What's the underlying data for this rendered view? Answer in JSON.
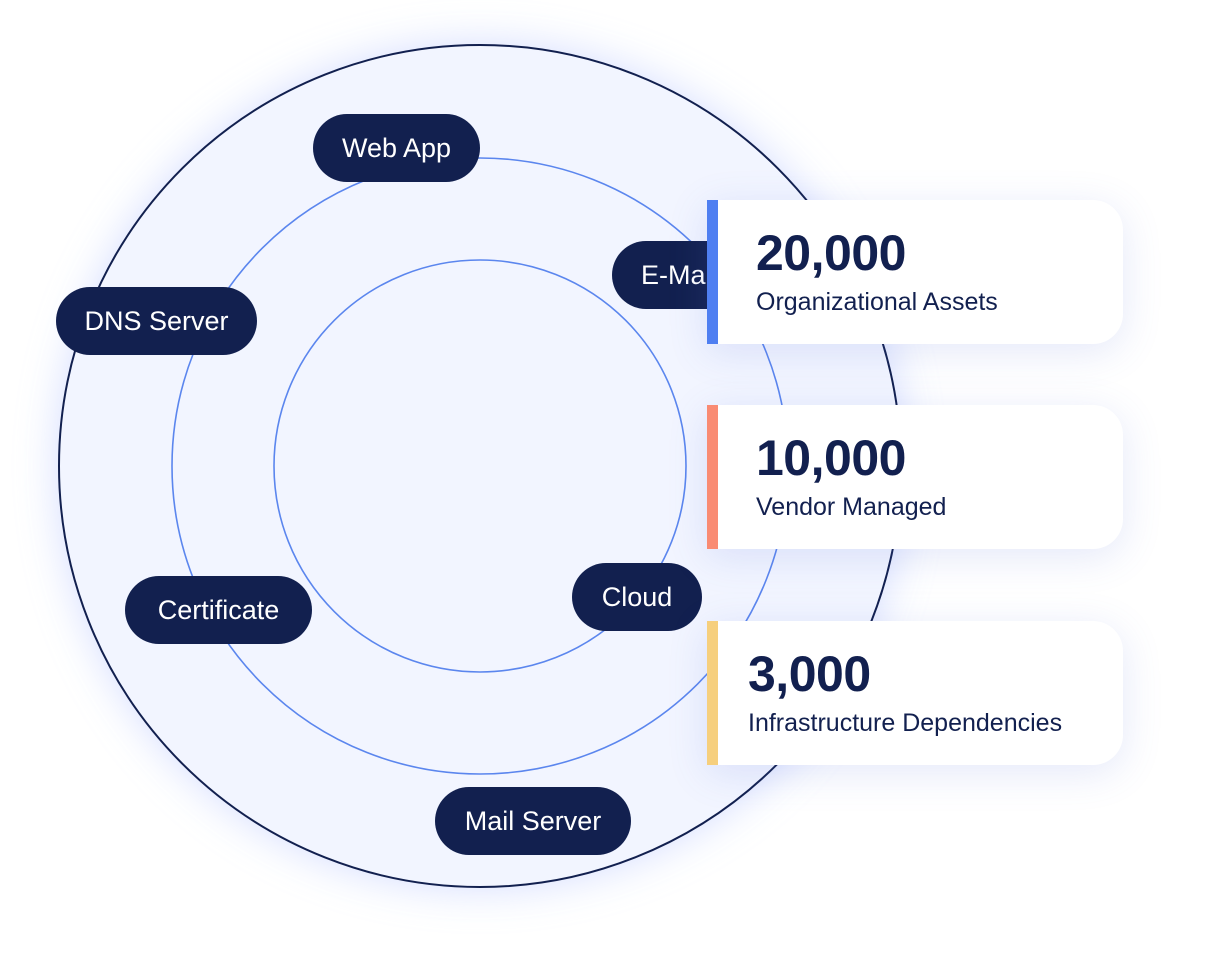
{
  "colors": {
    "navy": "#12204f",
    "blue_accent": "#4f7ff1",
    "coral_accent": "#f98b73",
    "yellow_accent": "#f6cf7d",
    "ring_blue": "#5b86ee",
    "halo_fill": "#f2f5ff"
  },
  "asset_pills": [
    {
      "label": "Web App"
    },
    {
      "label": "E-Ma"
    },
    {
      "label": "DNS Server"
    },
    {
      "label": "Cloud"
    },
    {
      "label": "Certificate"
    },
    {
      "label": "Mail Server"
    }
  ],
  "stats": [
    {
      "value": "20,000",
      "label": "Organizational Assets",
      "accent": "#4f7ff1"
    },
    {
      "value": "10,000",
      "label": "Vendor Managed",
      "accent": "#f98b73"
    },
    {
      "value": "3,000",
      "label": "Infrastructure Dependencies",
      "accent": "#f6cf7d"
    }
  ]
}
